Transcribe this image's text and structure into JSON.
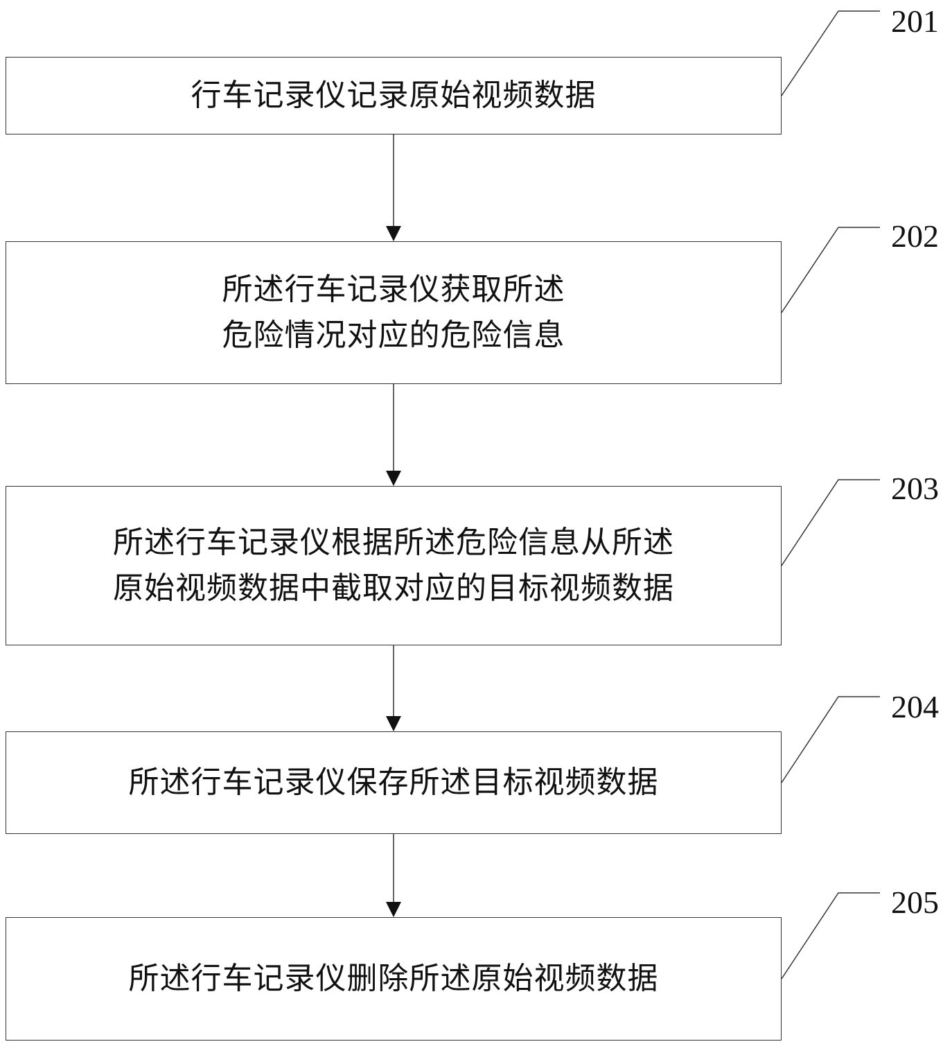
{
  "flowchart": {
    "steps": [
      {
        "label": "201",
        "text": "行车记录仪记录原始视频数据"
      },
      {
        "label": "202",
        "text": "所述行车记录仪获取所述\n危险情况对应的危险信息"
      },
      {
        "label": "203",
        "text": "所述行车记录仪根据所述危险信息从所述\n原始视频数据中截取对应的目标视频数据"
      },
      {
        "label": "204",
        "text": "所述行车记录仪保存所述目标视频数据"
      },
      {
        "label": "205",
        "text": "所述行车记录仪删除所述原始视频数据"
      }
    ]
  }
}
